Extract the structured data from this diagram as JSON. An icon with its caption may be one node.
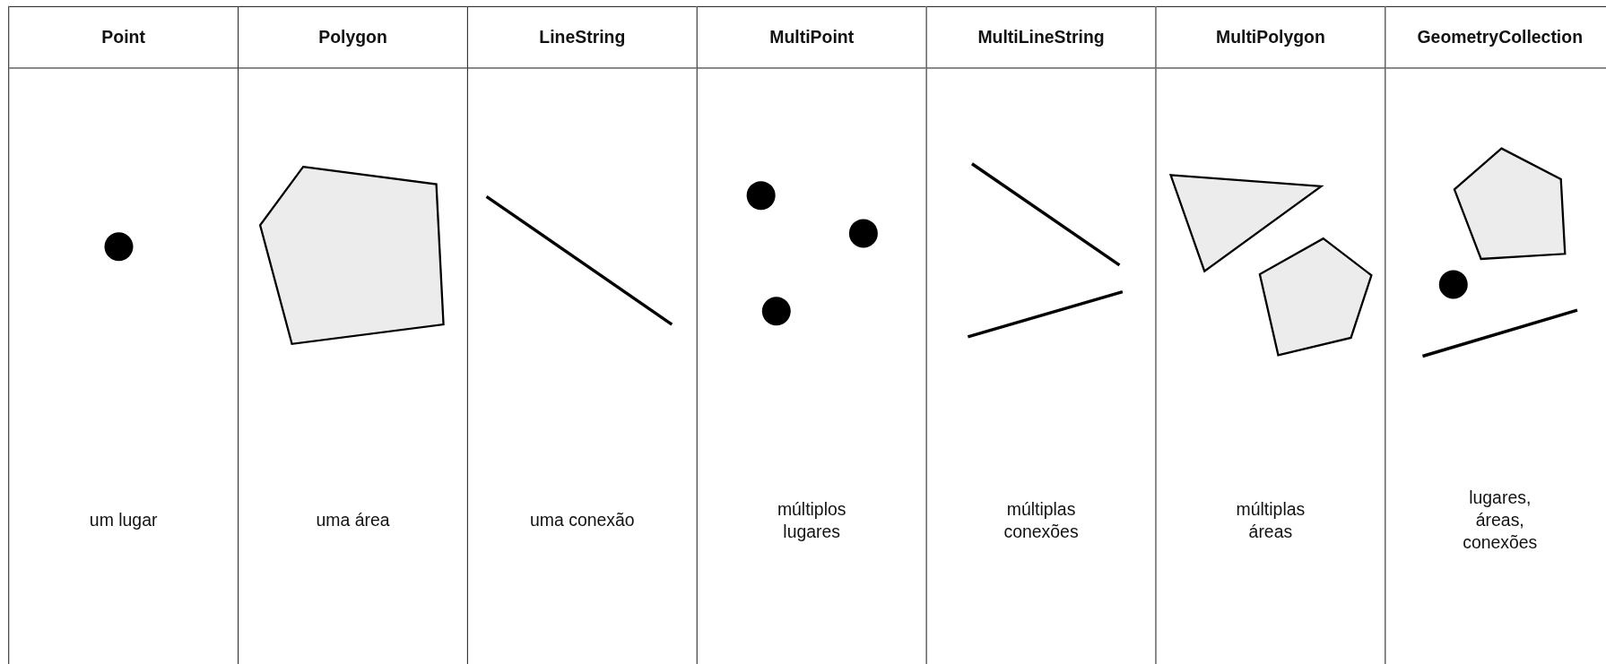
{
  "diagram": {
    "labels": [
      "Point",
      "Polygon",
      "LineString",
      "MultiPoint",
      "MultiLineString",
      "MultiPolygon",
      "GeometryCollection",
      "um lugar",
      "uma área",
      "uma conexão",
      "múltiplos lugares",
      "múltiplas conexões",
      "múltiplas áreas",
      "lugares, áreas, conexões"
    ]
  }
}
